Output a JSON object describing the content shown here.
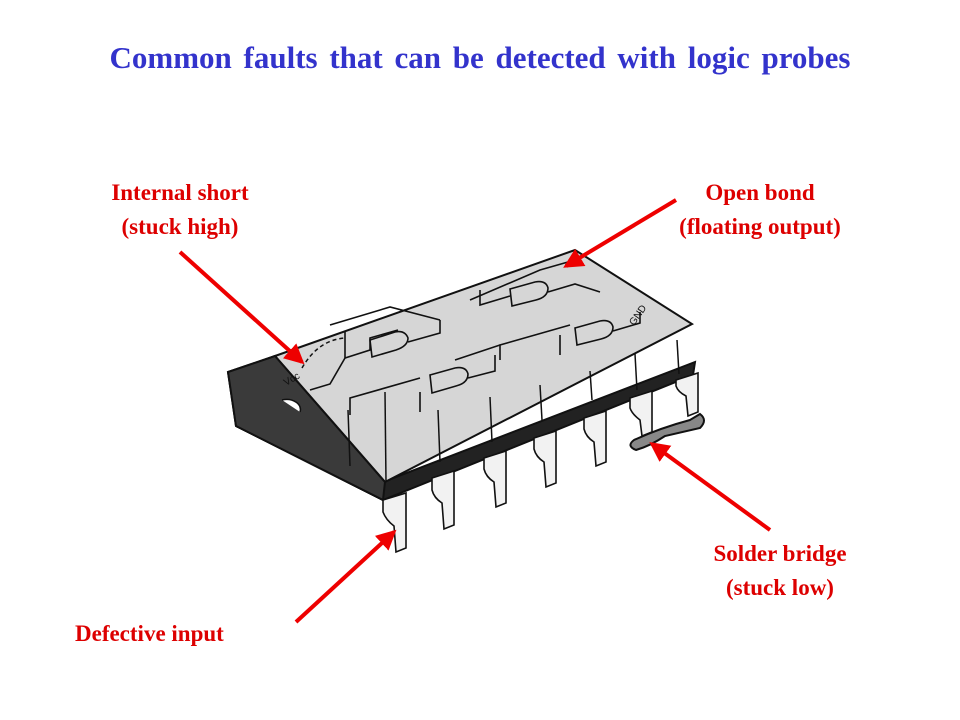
{
  "title": "Common faults that can be detected with logic probes",
  "colors": {
    "title": "#3333cc",
    "labels": "#dd0000",
    "arrows": "#ee0000",
    "chip_top": "#d6d6d6",
    "chip_side": "#2b2b2b",
    "chip_front": "#a9a9a9",
    "pins": "#f2f2f2",
    "solder": "#888888"
  },
  "labels": {
    "internal_short": {
      "line1": "Internal short",
      "line2": "(stuck high)"
    },
    "open_bond": {
      "line1": "Open bond",
      "line2": "(floating output)"
    },
    "solder_bridge": {
      "line1": "Solder bridge",
      "line2": "(stuck low)"
    },
    "defective_input": {
      "line1": "Defective input"
    }
  },
  "chip": {
    "vcc_label": "Vcc",
    "gnd_label": "GND"
  }
}
